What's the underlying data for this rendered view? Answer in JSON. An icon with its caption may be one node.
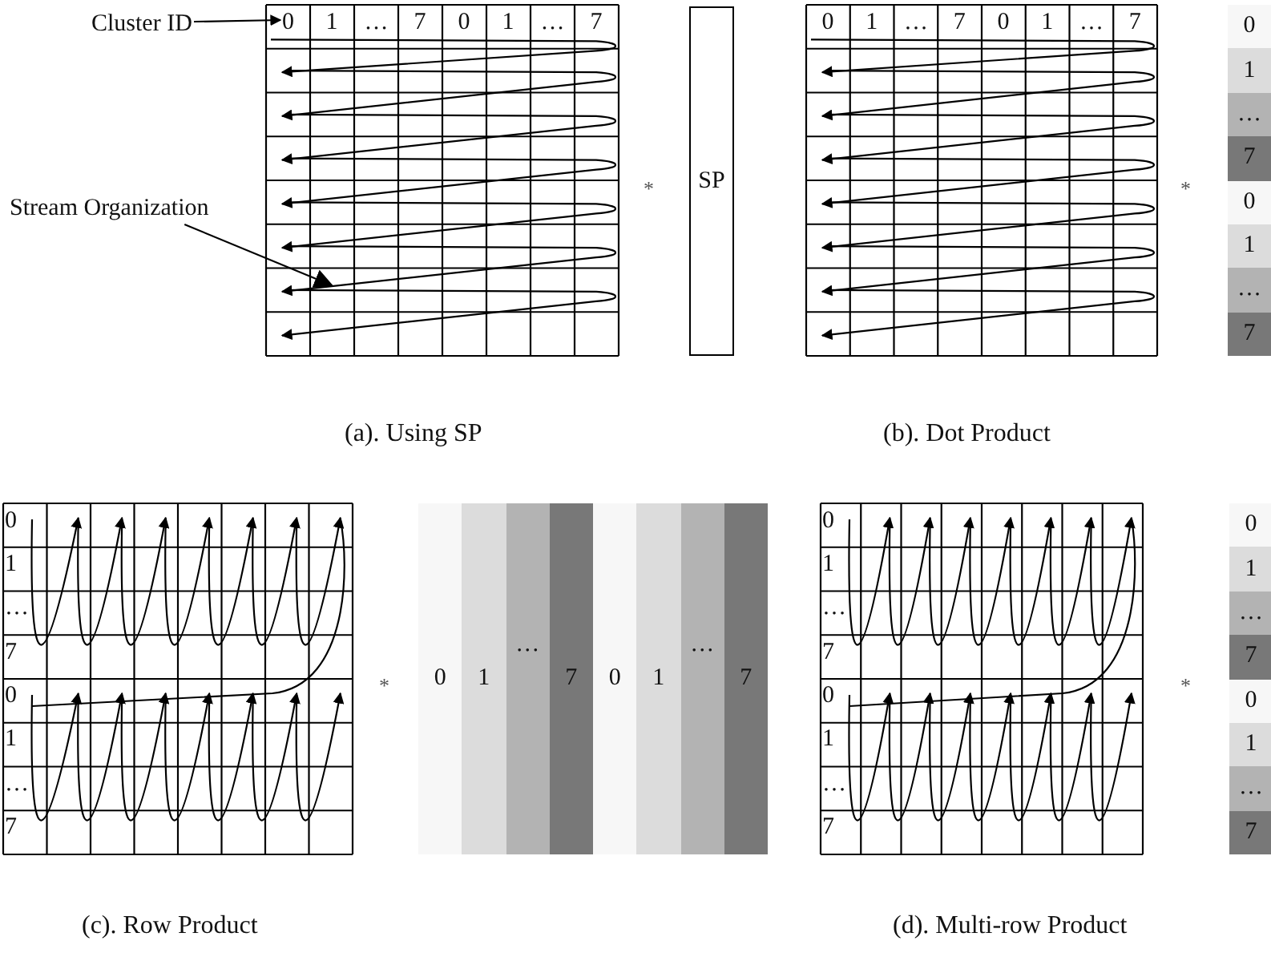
{
  "diagram": {
    "nodes": [
      {
        "text": [
          "Cluster ID"
        ]
      },
      {
        "text": [
          "Stream Organization"
        ]
      },
      {
        "text": [
          "SP"
        ]
      },
      {
        "text": [
          "0"
        ]
      },
      {
        "text": [],
        "shape": "arrow"
      }
    ],
    "edges": [
      {
        "from": 0,
        "to": 3,
        "arrow": "to"
      },
      {
        "from": 1,
        "to": 4,
        "arrow": "to"
      }
    ],
    "labels": [
      "1",
      "…",
      "7",
      "0",
      "1",
      "…",
      "7",
      "*",
      "0",
      "1",
      "…",
      "7",
      "0",
      "1",
      "…",
      "7",
      "*",
      "0",
      "1",
      "…",
      "7",
      "0",
      "1",
      "…",
      "7",
      "(a). Using SP",
      "(b). Dot Product",
      "0",
      "1",
      "…",
      "7",
      "0",
      "1",
      "…",
      "7",
      "*",
      "0",
      "1",
      "…",
      "7",
      "0",
      "1",
      "…",
      "7",
      "0",
      "1",
      "…",
      "7",
      "0",
      "1",
      "…",
      "7",
      "*",
      "0",
      "1",
      "…",
      "7",
      "0",
      "1",
      "…",
      "7",
      "(c). Row Product",
      "(d). Multi-row Product"
    ]
  }
}
